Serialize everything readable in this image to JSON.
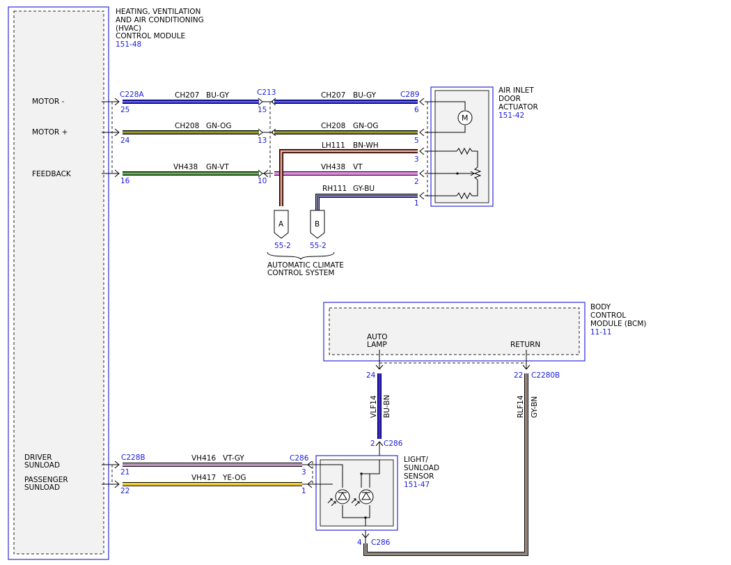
{
  "colors": {
    "blue": "#1a1adf",
    "green": "#2e8b1f",
    "gray": "#9a9a9a",
    "brown": "#8b3b2a",
    "white": "#ffffff",
    "violet": "#e08be0",
    "yellow": "#f2e52a",
    "orange": "#e8a23a",
    "brown_rh": "#8a6a55",
    "dark": "#000000"
  },
  "hvac": {
    "title": [
      "HEATING, VENTILATION",
      "AND AIR CONDITIONING",
      "(HVAC)",
      "CONTROL MODULE"
    ],
    "ref": "151-48",
    "pins": {
      "motor_minus": "MOTOR -",
      "motor_plus": "MOTOR +",
      "feedback": "FEEDBACK",
      "driver_sunload": [
        "DRIVER",
        "SUNLOAD"
      ],
      "passenger_sunload": [
        "PASSENGER",
        "SUNLOAD"
      ]
    }
  },
  "actuator": {
    "title": [
      "AIR INLET",
      "DOOR",
      "ACTUATOR"
    ],
    "ref": "151-42"
  },
  "bcm": {
    "title": [
      "BODY",
      "CONTROL",
      "MODULE (BCM)"
    ],
    "ref": "11-11",
    "pin_auto_lamp": [
      "AUTO",
      "LAMP"
    ],
    "pin_return": "RETURN"
  },
  "sensor": {
    "title": [
      "LIGHT/",
      "SUNLOAD",
      "SENSOR"
    ],
    "ref": "151-47"
  },
  "connectors": {
    "c228a": "C228A",
    "c213": "C213",
    "c289": "C289",
    "c228b": "C228B",
    "c286_top": "C286",
    "c286_sensor_in": "C286",
    "c286_bottom": "C286",
    "c2280b": "C2280B"
  },
  "pin_numbers": {
    "p25": "25",
    "p24": "24",
    "p16": "16",
    "p15": "15",
    "p13": "13",
    "p10": "10",
    "p6": "6",
    "p5": "5",
    "p3": "3",
    "p2": "2",
    "p1": "1",
    "p21": "21",
    "p22": "22",
    "s3": "3",
    "s1": "1",
    "bcm24": "24",
    "bcm22": "22",
    "s2": "2",
    "s4": "4"
  },
  "wires": {
    "ch207_l": {
      "circuit": "CH207",
      "color": "BU-GY"
    },
    "ch207_r": {
      "circuit": "CH207",
      "color": "BU-GY"
    },
    "ch208_l": {
      "circuit": "CH208",
      "color": "GN-OG"
    },
    "ch208_r": {
      "circuit": "CH208",
      "color": "GN-OG"
    },
    "vh438_l": {
      "circuit": "VH438",
      "color": "GN-VT"
    },
    "vh438_r": {
      "circuit": "VH438",
      "color": "VT"
    },
    "lh111": {
      "circuit": "LH111",
      "color": "BN-WH"
    },
    "rh111": {
      "circuit": "RH111",
      "color": "GY-BU"
    },
    "vh416": {
      "circuit": "VH416",
      "color": "VT-GY"
    },
    "vh417": {
      "circuit": "VH417",
      "color": "YE-OG"
    },
    "vlf14": {
      "circuit": "VLF14",
      "color": "BU-BN"
    },
    "rlf14": {
      "circuit": "RLF14",
      "color": "GY-BN"
    }
  },
  "refs": {
    "a_letter": "A",
    "b_letter": "B",
    "a_page": "55-2",
    "b_page": "55-2",
    "system": [
      "AUTOMATIC CLIMATE",
      "CONTROL SYSTEM"
    ]
  },
  "icons": [
    "motor-icon",
    "resistor-icon",
    "potentiometer-icon",
    "photodiode-icon",
    "connector-arrow-icon"
  ]
}
